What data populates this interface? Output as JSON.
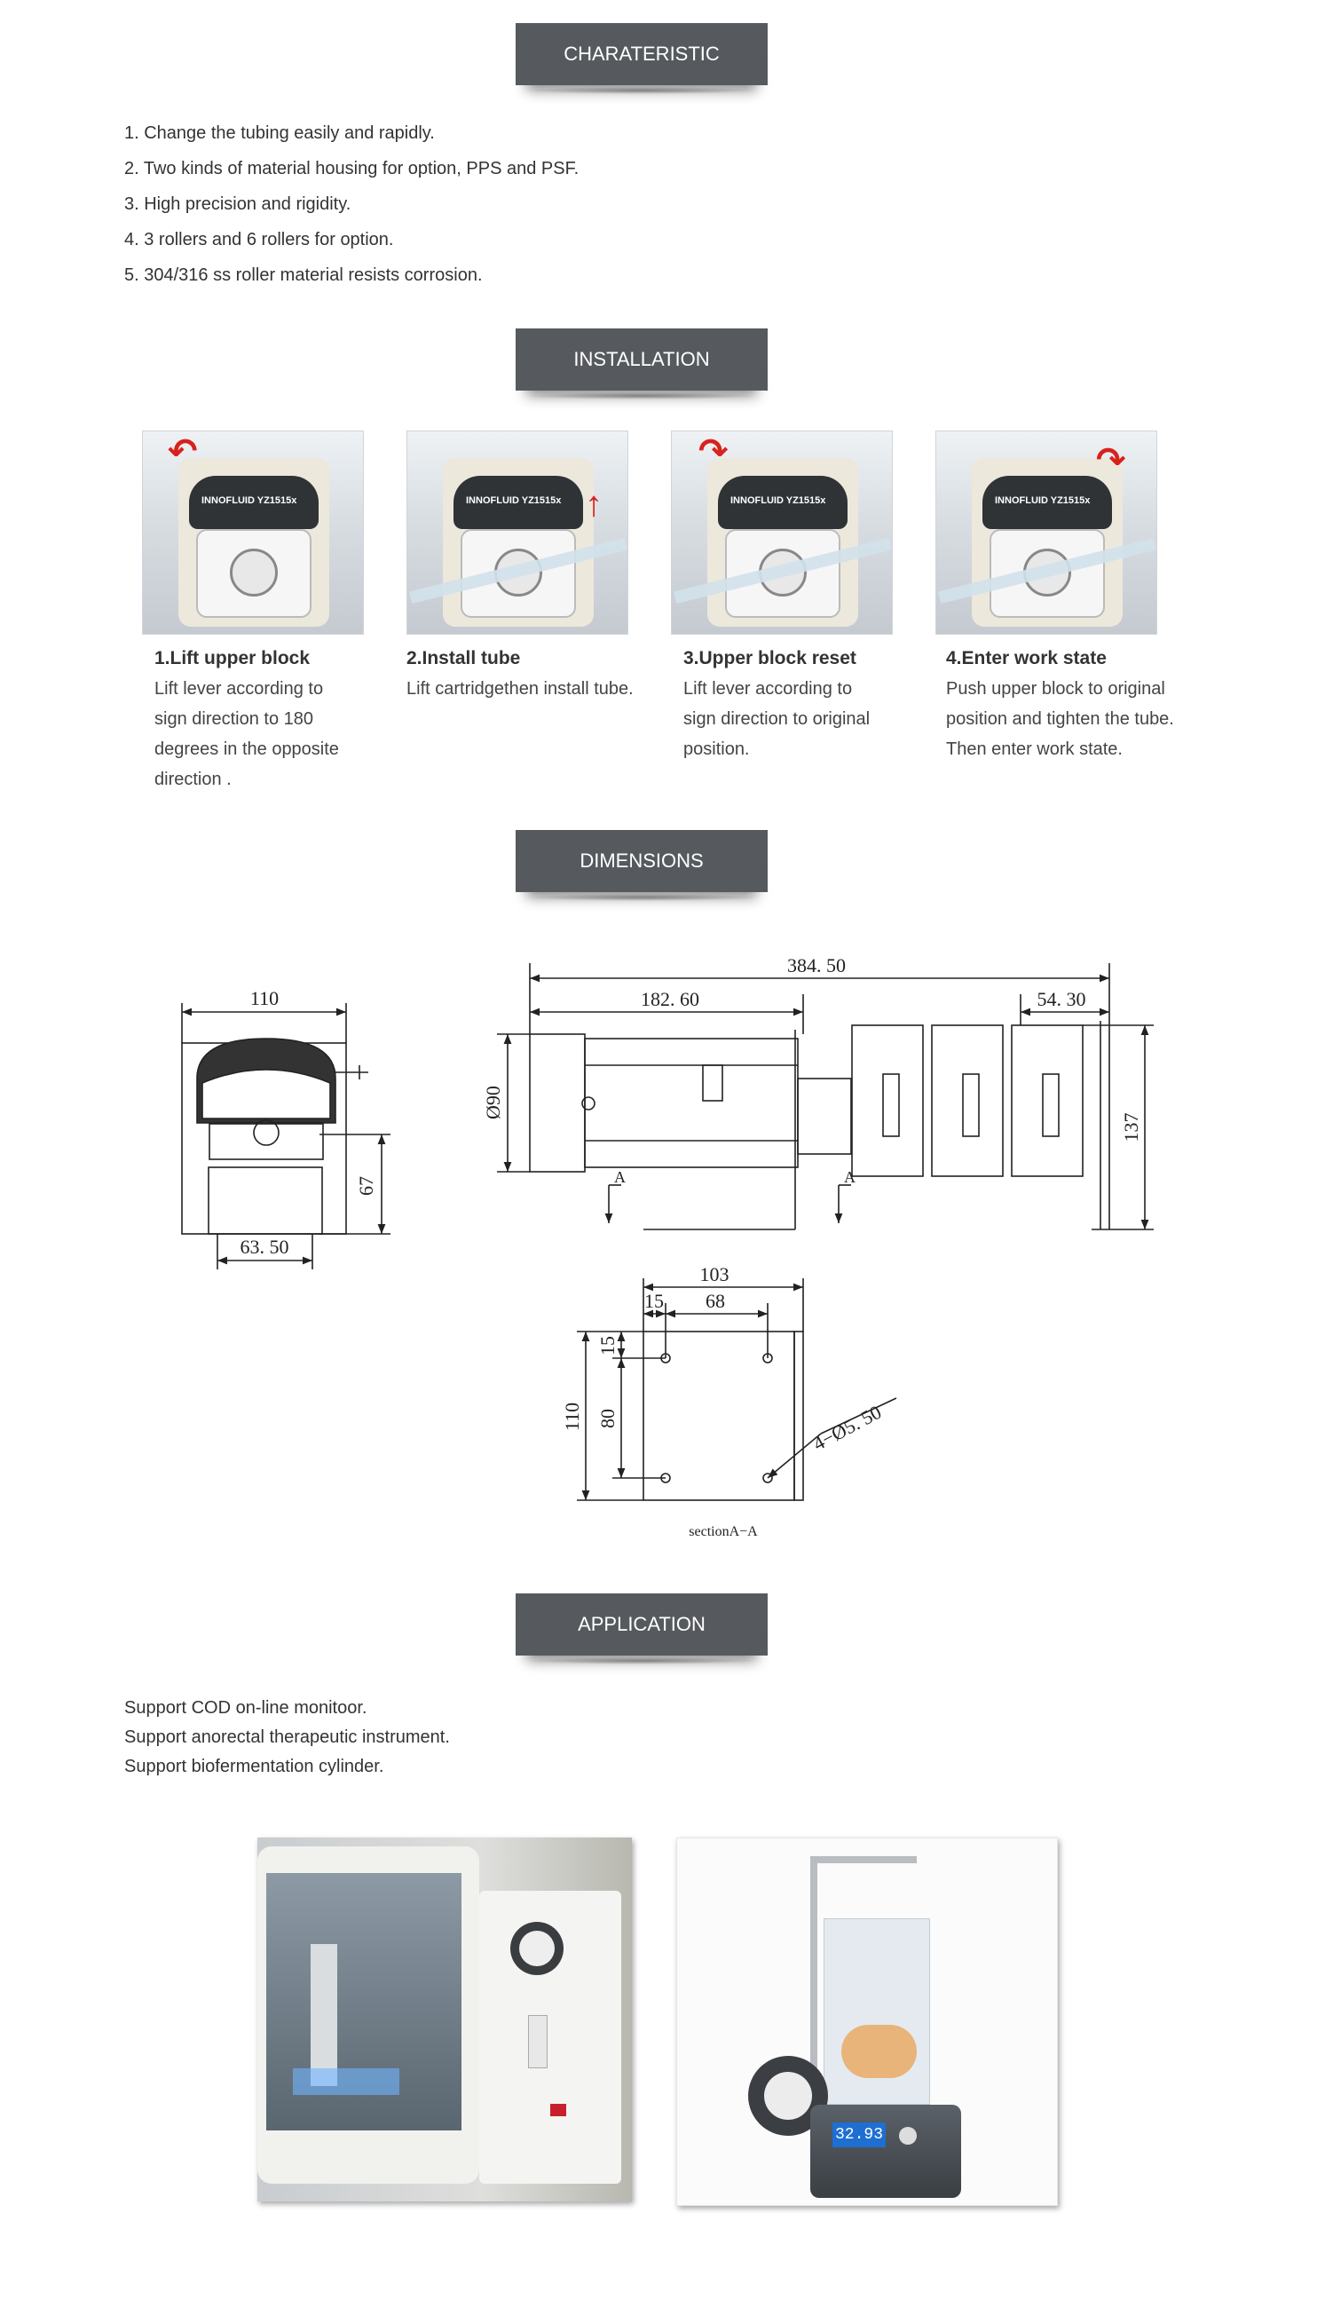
{
  "sections": {
    "charateristic": "CHARATERISTIC",
    "installation": "INSTALLATION",
    "dimensions": "DIMENSIONS",
    "application": "APPLICATION"
  },
  "features": [
    "1. Change the tubing easily and rapidly.",
    "2. Two kinds of material housing for option, PPS and PSF.",
    "3. High precision and rigidity.",
    "4. 3 rollers and 6 rollers for option.",
    "5. 304/316 ss roller material resists corrosion."
  ],
  "pump_label": "INNOFLUID YZ1515x",
  "steps": [
    {
      "title": "1.Lift upper block",
      "lines": [
        "Lift lever according to",
        "sign direction to 180",
        "degrees in the opposite",
        "direction ."
      ]
    },
    {
      "title": "2.Install tube",
      "lines": [
        "Lift cartridgethen install tube."
      ]
    },
    {
      "title": "3.Upper block reset",
      "lines": [
        "Lift lever according to",
        "sign direction to original",
        "position."
      ]
    },
    {
      "title": "4.Enter work state",
      "lines": [
        "Push upper block to original",
        "position and tighten the tube.",
        "Then enter work state."
      ]
    }
  ],
  "dims": {
    "front_width": "110",
    "front_height": "67",
    "front_bottom": "63. 50",
    "side_total": "384. 50",
    "side_motor": "182. 60",
    "side_head": "54. 30",
    "side_diameter": "Ø90",
    "side_height": "137",
    "section_a": "A",
    "plate_width": "103",
    "plate_left": "15",
    "plate_hole_spacing": "68",
    "plate_top": "15",
    "plate_height": "110",
    "plate_hole_vertical": "80",
    "plate_holes": "4−Ø5. 50",
    "section_caption": "sectionA−A"
  },
  "applications": [
    "Support COD on-line monitoor.",
    "Support anorectal therapeutic instrument.",
    "Support biofermentation cylinder."
  ],
  "bio_display": "32.93"
}
